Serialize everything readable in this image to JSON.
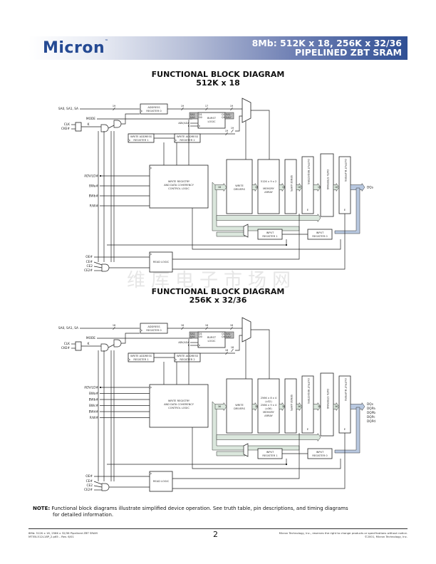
{
  "header": {
    "logo": "Micron",
    "title_line1": "8Mb: 512K x 18, 256K x 32/36",
    "title_line2": "PIPELINED ZBT SRAM"
  },
  "diagram1": {
    "title": "FUNCTIONAL BLOCK DIAGRAM",
    "subtitle": "512K x 18",
    "inputs": {
      "sa": "SA0, SA1, SA",
      "mode": "MODE",
      "clk": "CLK",
      "cke": "CKE#",
      "k": "K",
      "adv": "ADV/LD#",
      "bwa": "BWa#",
      "bwb": "BWb#",
      "rw": "R/W#",
      "oe": "OE#",
      "ce": "CE#",
      "ce2": "CE2",
      "ce2n": "CE2#"
    },
    "bus_widths": {
      "sa": "19",
      "a": "19",
      "b": "17",
      "c": "19",
      "d": "19",
      "e": "19",
      "data": "18"
    },
    "blocks": {
      "addr0": [
        "ADDRESS",
        "REGISTER 0"
      ],
      "burst": [
        "BURST",
        "LOGIC"
      ],
      "burst_pins": {
        "d1": "D1",
        "d0": "D0",
        "q1": "Q1",
        "q0": "Q0",
        "sa1": "SA1",
        "sa0": "SA0",
        "sa1o": "SA1'",
        "sa0o": "SA0'",
        "advld": "ADV/LD#",
        "k": "K"
      },
      "war1": [
        "WRITE ADDRESS",
        "REGISTER 1"
      ],
      "war2": [
        "WRITE ADDRESS",
        "REGISTER 2"
      ],
      "wrcl": [
        "WRITE REGISTRY",
        "AND DATA COHERENCY",
        "CONTROL LOGIC"
      ],
      "wdrv": [
        "WRITE",
        "DRIVERS"
      ],
      "mem": [
        "512K x 9 x 2",
        "",
        "MEMORY",
        "ARRAY"
      ],
      "sense": "SENSE AMPS",
      "outreg": "OUTPUT REGISTERS",
      "steer": "DATA STEERING",
      "outbuf": "OUTPUT BUFFERS",
      "e": "E",
      "inreg1": [
        "INPUT",
        "REGISTER 1"
      ],
      "inreg0": [
        "INPUT",
        "REGISTER 0"
      ],
      "readlogic": "READ LOGIC"
    },
    "output": "DQs"
  },
  "diagram2": {
    "title": "FUNCTIONAL BLOCK DIAGRAM",
    "subtitle": "256K x 32/36",
    "inputs": {
      "sa": "SA0, SA1, SA",
      "mode": "MODE",
      "clk": "CLK",
      "cke": "CKE#",
      "k": "K",
      "adv": "ADV/LD#",
      "bwa": "BWa#",
      "bwb": "BWb#",
      "bwc": "BWc#",
      "bwd": "BWd#",
      "rw": "R/W#",
      "oe": "OE#",
      "ce": "CE#",
      "ce2": "CE2",
      "ce2n": "CE2#"
    },
    "bus_widths": {
      "sa": "18",
      "a": "18",
      "b": "16",
      "c": "18",
      "d": "18",
      "e": "18",
      "data": "36"
    },
    "blocks": {
      "addr0": [
        "ADDRESS",
        "REGISTER 0"
      ],
      "burst": [
        "BURST",
        "LOGIC"
      ],
      "burst_pins": {
        "d1": "D1",
        "d0": "D0",
        "q1": "Q1",
        "q0": "Q0",
        "sa1": "SA1",
        "sa0": "SA0",
        "sa1o": "SA1'",
        "sa0o": "SA0'",
        "advld": "ADV/LD#",
        "k": "K"
      },
      "war1": [
        "WRITE ADDRESS",
        "REGISTER 1"
      ],
      "war2": [
        "WRITE ADDRESS",
        "REGISTER 2"
      ],
      "wrcl": [
        "WRITE REGISTRY",
        "AND DATA COHERENCY",
        "CONTROL LOGIC"
      ],
      "wdrv": [
        "WRITE",
        "DRIVERS"
      ],
      "mem": [
        "256K x 8 x 4",
        "(x32)",
        "256K x 9 x 4",
        "(x36)",
        "MEMORY",
        "ARRAY"
      ],
      "sense": "SENSE AMPS",
      "outreg": "OUTPUT REGISTERS",
      "steer": "DATA STEERING",
      "outbuf": "OUTPUT BUFFERS",
      "e": "E",
      "inreg1": [
        "INPUT",
        "REGISTER 1"
      ],
      "inreg0": [
        "INPUT",
        "REGISTER 0"
      ],
      "readlogic": "READ LOGIC"
    },
    "outputs": [
      "DQs",
      "DQPa",
      "DQPb",
      "DQPc",
      "DQPd"
    ]
  },
  "watermark": "维库电子市场网",
  "note": {
    "label": "NOTE:",
    "text": "Functional block diagrams illustrate simplified device operation. See truth table, pin descriptions, and timing diagrams",
    "text2": "for detailed information."
  },
  "footer": {
    "left1": "8Mb: 512K x 18, 256K x 32/36 Pipelined ZBT SRAM",
    "left2": "MT55L512L18P_2.p65 – Rev. 6/01",
    "page": "2",
    "right1": "Micron Technology, Inc., reserves the right to change products or specifications without notice.",
    "right2": "©2001, Micron Technology, Inc."
  },
  "colors": {
    "brand": "#254a93",
    "bus_green": "#dbe7dd",
    "bus_blue": "#b8c8e0"
  }
}
